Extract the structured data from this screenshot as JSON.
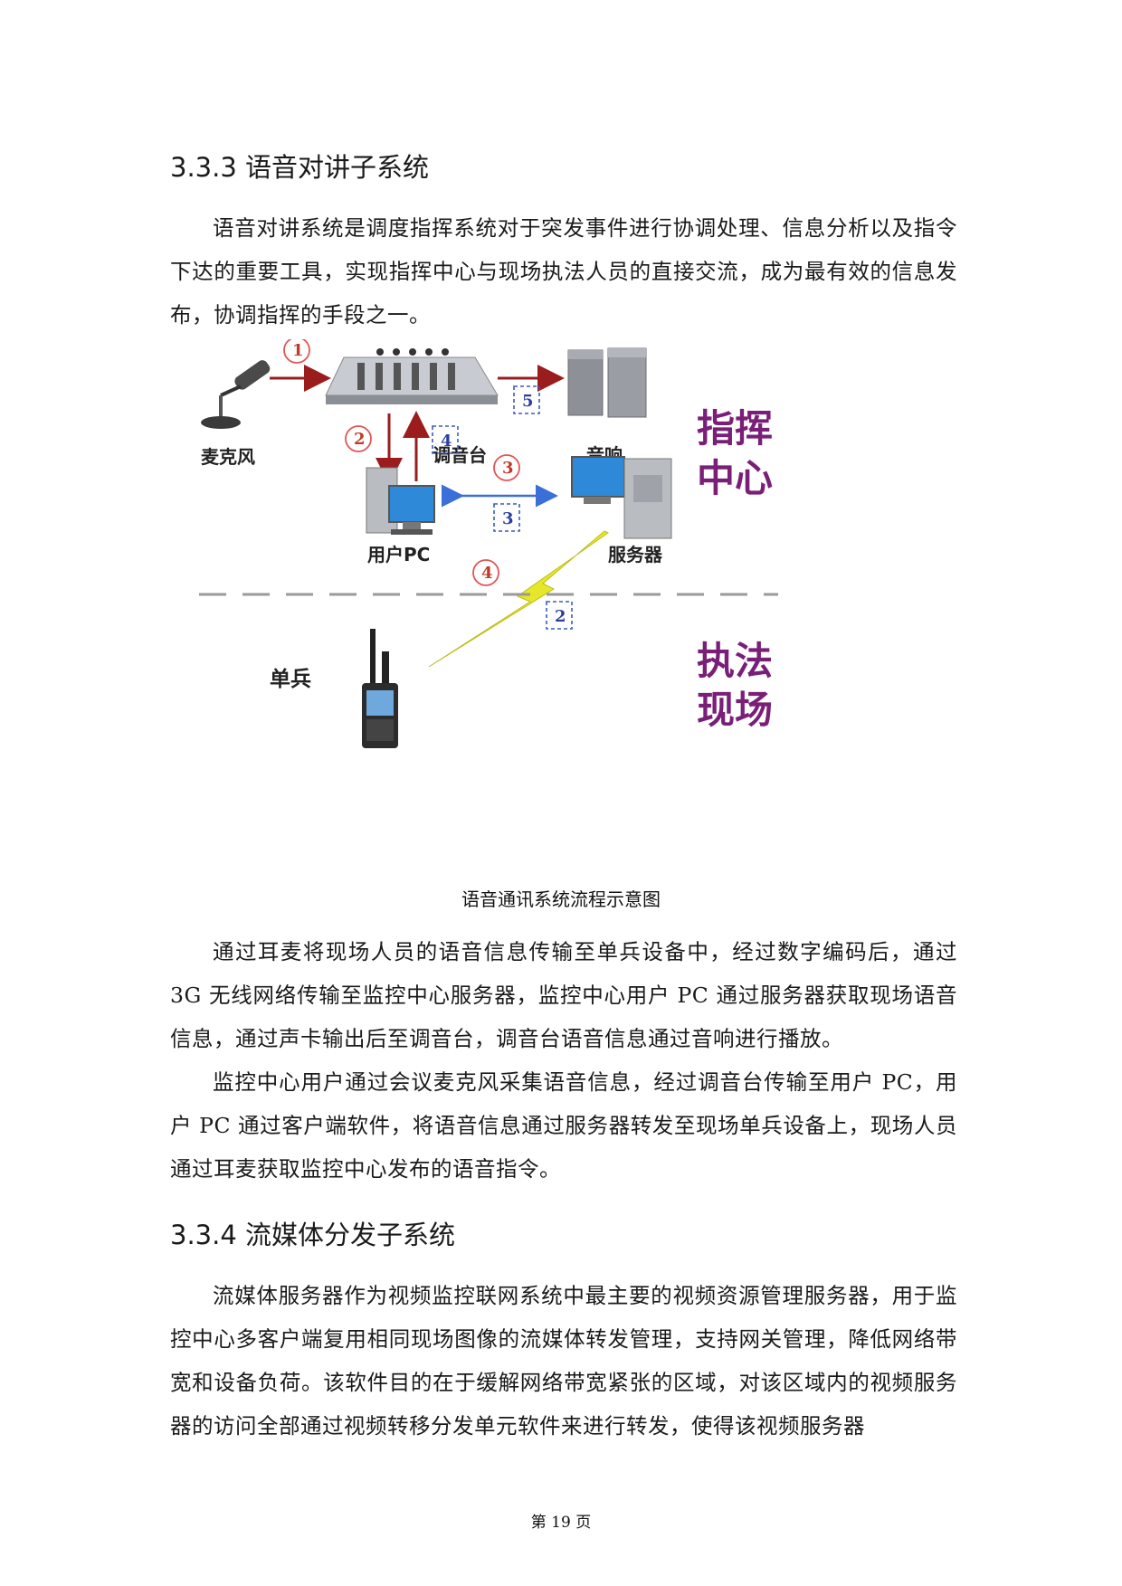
{
  "section1": {
    "heading": "3.3.3 语音对讲子系统",
    "intro": "语音对讲系统是调度指挥系统对于突发事件进行协调处理、信息分析以及指令下达的重要工具，实现指挥中心与现场执法人员的直接交流，成为最有效的信息发布，协调指挥的手段之一。"
  },
  "figure": {
    "labels": {
      "microphone": "麦克风",
      "mixer": "调音台",
      "speaker": "音响",
      "user_pc": "用户PC",
      "server": "服务器",
      "soldier": "单兵"
    },
    "regions": {
      "command_line1": "指挥",
      "command_line2": "中心",
      "field_line1": "执法",
      "field_line2": "现场"
    },
    "steps_red": [
      "1",
      "2",
      "3",
      "4"
    ],
    "steps_blue": [
      "5",
      "4",
      "3",
      "2"
    ],
    "colors": {
      "red": "#c0392b",
      "blue": "#2b3f9e",
      "purple": "#7a1f78",
      "bolt": "#e6e62a"
    },
    "caption": "语音通讯系统流程示意图"
  },
  "section1_body": {
    "para1": "通过耳麦将现场人员的语音信息传输至单兵设备中，经过数字编码后，通过3G 无线网络传输至监控中心服务器，监控中心用户 PC 通过服务器获取现场语音信息，通过声卡输出后至调音台，调音台语音信息通过音响进行播放。",
    "para2": "监控中心用户通过会议麦克风采集语音信息，经过调音台传输至用户 PC，用户 PC 通过客户端软件，将语音信息通过服务器转发至现场单兵设备上，现场人员通过耳麦获取监控中心发布的语音指令。"
  },
  "section2": {
    "heading": "3.3.4 流媒体分发子系统",
    "para": "流媒体服务器作为视频监控联网系统中最主要的视频资源管理服务器，用于监控中心多客户端复用相同现场图像的流媒体转发管理，支持网关管理，降低网络带宽和设备负荷。该软件目的在于缓解网络带宽紧张的区域，对该区域内的视频服务器的访问全部通过视频转移分发单元软件来进行转发，使得该视频服务器"
  },
  "footer": {
    "page": "第 19 页"
  }
}
